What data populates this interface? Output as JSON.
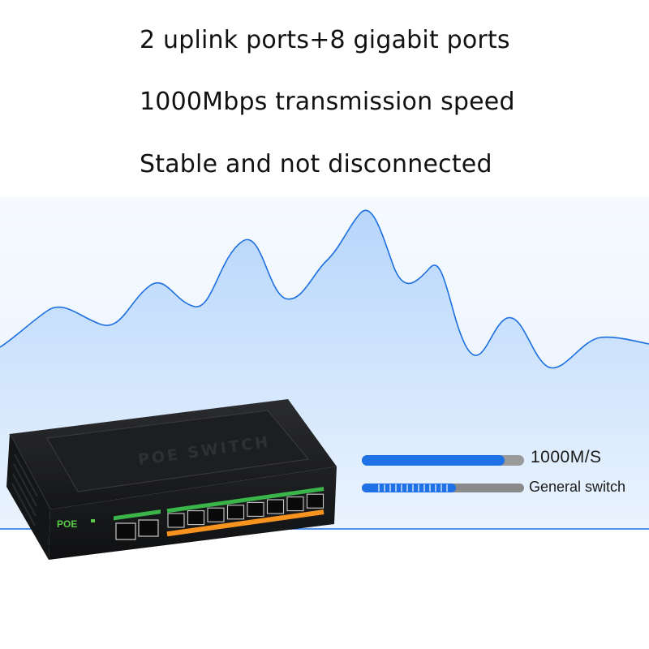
{
  "headlines": {
    "line1": "2 uplink ports+8 gigabit ports",
    "line2": "1000Mbps transmission speed",
    "line3": "Stable and not disconnected"
  },
  "comparison": {
    "fast_label": "1000M/S",
    "fast_level": 0.88,
    "slow_label": "General switch",
    "slow_level": 0.58
  },
  "device": {
    "lid_text": "POE SWITCH",
    "brand_badge": "POE",
    "colors": {
      "body": "#1c1d1f",
      "uplink_bar": "#39b54a",
      "poe_bar": "#f7931e",
      "brand_green": "#5cc84a"
    }
  },
  "colors": {
    "wave_fill_top": "#bcd9fb",
    "wave_fill_bottom": "#eaf3fe",
    "wave_stroke": "#1c6fe0",
    "fast_bar": "#1f72e6",
    "slow_bar": "#8a8a8a",
    "floor": "#eef5fd"
  }
}
